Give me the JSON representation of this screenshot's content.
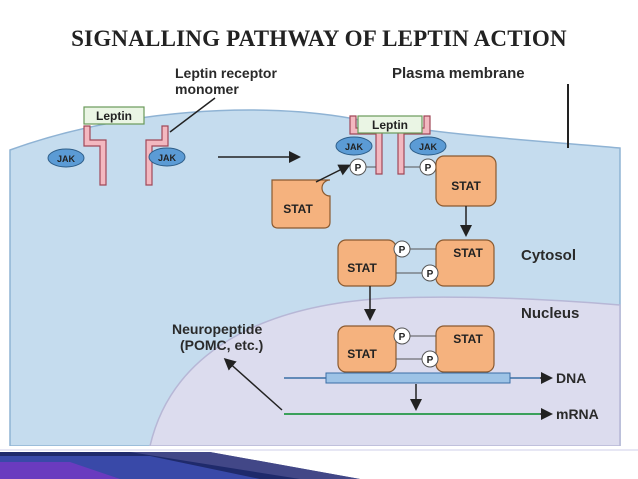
{
  "title": "SIGNALLING PATHWAY OF LEPTIN ACTION",
  "labels": {
    "leptin_receptor_monomer_line1": "Leptin receptor",
    "leptin_receptor_monomer_line2": "monomer",
    "plasma_membrane": "Plasma membrane",
    "cytosol": "Cytosol",
    "nucleus": "Nucleus",
    "neuropeptide_line1": "Neuropeptide",
    "neuropeptide_line2": "(POMC, etc.)",
    "dna": "DNA",
    "mrna": "mRNA"
  },
  "molecules": {
    "leptin": "Leptin",
    "jak": "JAK",
    "stat": "STAT",
    "phosphate": "P"
  },
  "colors": {
    "cell": "#c5dcee",
    "nucleus": "#dcdcee",
    "receptor": "#f3b8c0",
    "receptor_stroke": "#a04858",
    "jak": "#5b9bd5",
    "stat": "#f5b27e",
    "dna_bar": "#9dc3e6",
    "mrna_line": "#3aa05a"
  }
}
